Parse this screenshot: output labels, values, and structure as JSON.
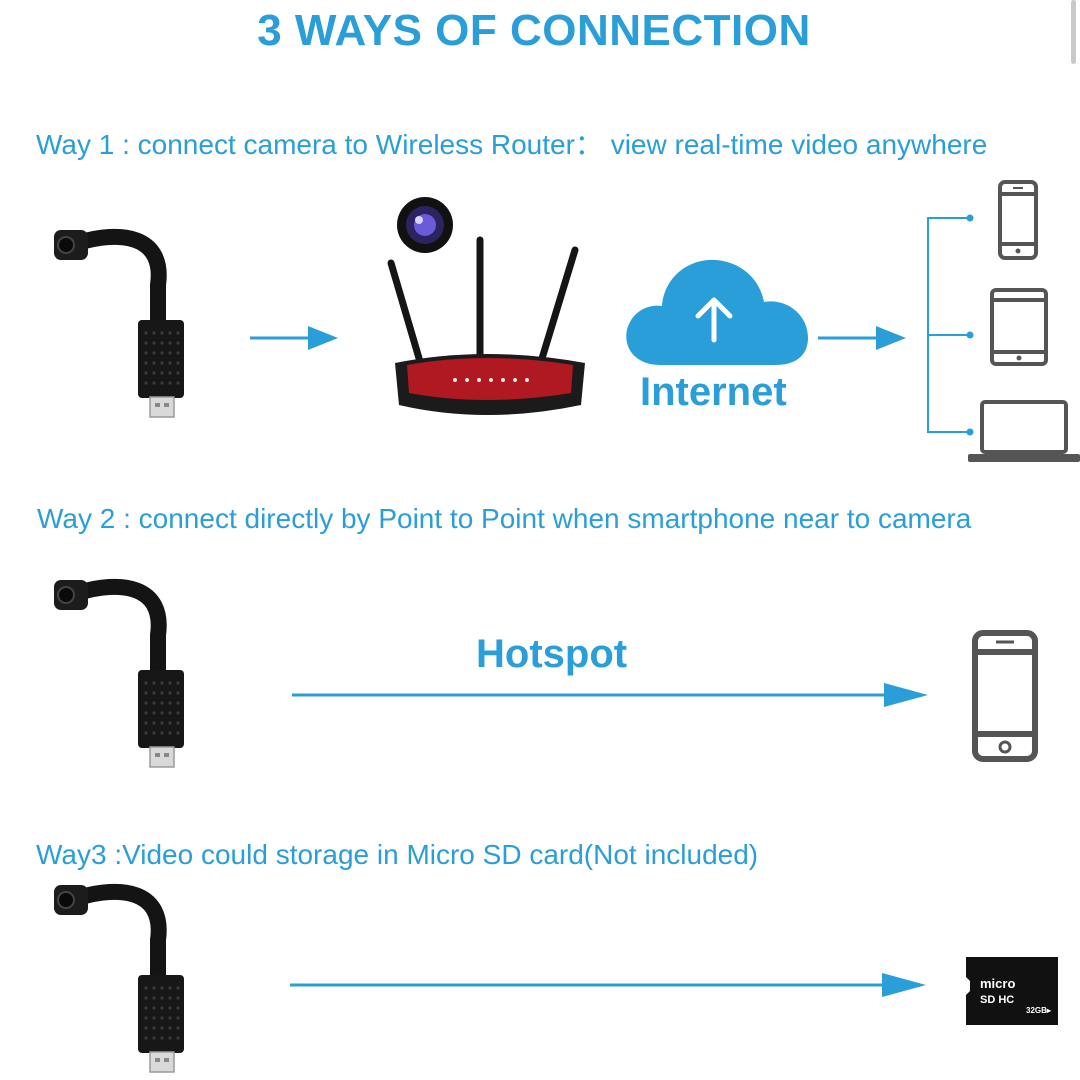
{
  "title": "3 WAYS OF CONNECTION",
  "way1": {
    "text": "Way 1 : connect camera to Wireless Router： view real-time video anywhere",
    "cloud_label": "Internet"
  },
  "way2": {
    "text": "Way 2 : connect directly by Point to Point when smartphone near to camera",
    "link_label": "Hotspot"
  },
  "way3": {
    "text": "Way3 :Video could storage in Micro SD card(Not included)",
    "sd_card": {
      "brand_line1": "micro",
      "brand_line2": "SD HC",
      "capacity": "32GB▸"
    }
  },
  "colors": {
    "accent": "#2a9ed8",
    "device_gray": "#5a5a5a",
    "camera_black": "#141414",
    "router_red": "#b01822",
    "cloud_blue": "#2a9ed8"
  }
}
